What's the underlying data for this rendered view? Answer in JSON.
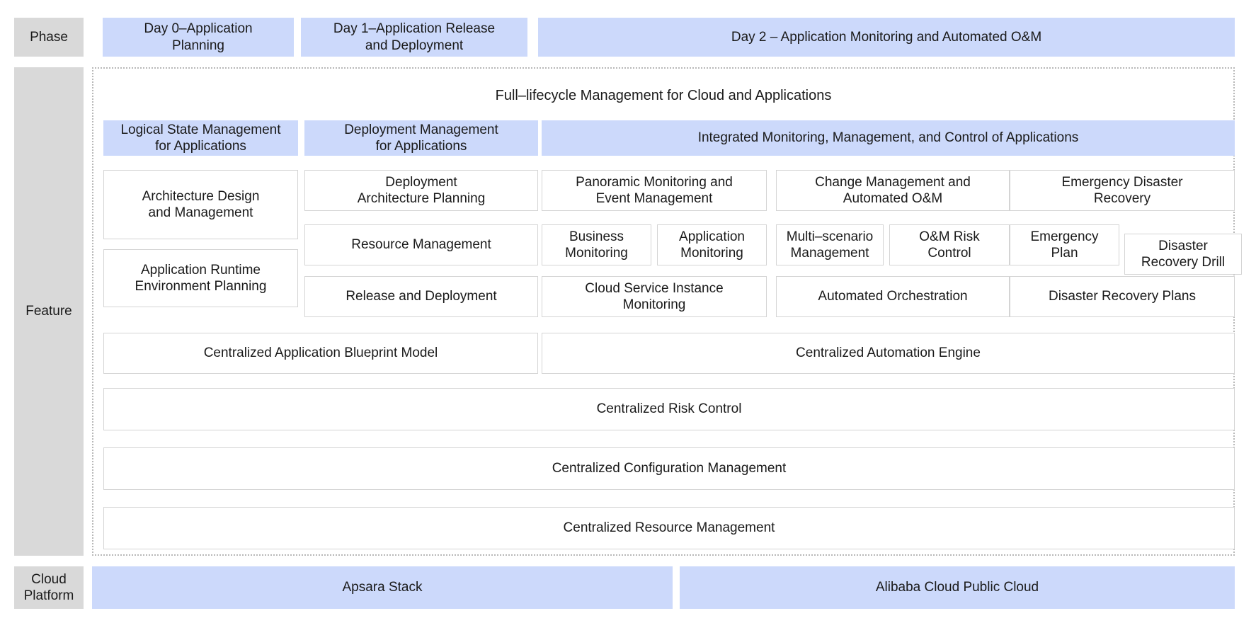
{
  "diagram": {
    "title": "Full-lifecycle Management for Cloud and Applications",
    "colors": {
      "label_gray": "#d9d9d9",
      "band_blue": "#ccd9fb",
      "card_border": "#d4d4d4",
      "region_border": "#b8b8b8",
      "text": "#1a1a1a",
      "background": "#ffffff"
    }
  },
  "rows": {
    "phase": {
      "label": "Phase",
      "items": [
        {
          "label": "Day 0–Application\nPlanning"
        },
        {
          "label": "Day 1–Application Release\nand Deployment"
        },
        {
          "label": "Day 2 – Application Monitoring and Automated O&M"
        }
      ]
    },
    "feature": {
      "label": "Feature",
      "region_title": "Full–lifecycle Management for Cloud and Applications",
      "group_headers": [
        {
          "label": "Logical State Management\nfor Applications"
        },
        {
          "label": "Deployment Management\nfor Applications"
        },
        {
          "label": "Integrated Monitoring, Management, and Control of Applications"
        }
      ],
      "grid_row_1": [
        {
          "label": "Architecture Design\nand Management"
        },
        {
          "label": "Deployment\nArchitecture Planning"
        },
        {
          "label": "Panoramic Monitoring and\nEvent Management"
        },
        {
          "label": "Change Management and\nAutomated O&M"
        },
        {
          "label": "Emergency Disaster\nRecovery"
        }
      ],
      "grid_row_2": [
        {
          "label": "Application Runtime\nEnvironment Planning"
        },
        {
          "label": "Resource Management"
        },
        {
          "label": "Business\nMonitoring"
        },
        {
          "label": "Application\nMonitoring"
        },
        {
          "label": "Multi–scenario\nManagement"
        },
        {
          "label": "O&M Risk\nControl"
        },
        {
          "label": "Emergency\nPlan"
        },
        {
          "label": "Disaster\nRecovery Drill"
        }
      ],
      "grid_row_3": [
        {
          "label": "Release and Deployment"
        },
        {
          "label": "Cloud Service Instance\nMonitoring"
        },
        {
          "label": "Automated Orchestration"
        },
        {
          "label": "Disaster Recovery Plans"
        }
      ],
      "platform_bars": [
        {
          "label": "Centralized Application Blueprint Model"
        },
        {
          "label": "Centralized Automation Engine"
        }
      ],
      "full_width_bars": [
        {
          "label": "Centralized Risk Control"
        },
        {
          "label": "Centralized Configuration Management"
        },
        {
          "label": "Centralized Resource Management"
        }
      ]
    },
    "cloud_platform": {
      "label": "Cloud\nPlatform",
      "items": [
        {
          "label": "Apsara Stack"
        },
        {
          "label": "Alibaba Cloud Public Cloud"
        }
      ]
    }
  }
}
